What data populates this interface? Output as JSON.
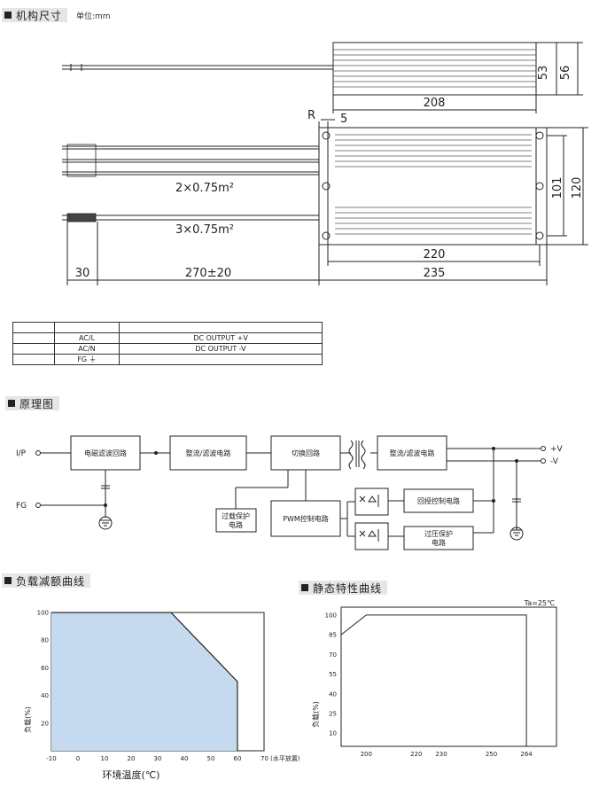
{
  "mech": {
    "title": "机构尺寸",
    "unit": "单位:mm",
    "dims": {
      "d53": "53",
      "d56": "56",
      "d208": "208",
      "r": "R",
      "d5": "5",
      "d101": "101",
      "d120": "120",
      "d220": "220",
      "d30": "30",
      "d270": "270±20",
      "d235": "235"
    },
    "wire_label_1": "2×0.75m²",
    "wire_label_2": "3×0.75m²"
  },
  "wiring_table": {
    "rows": [
      [
        "",
        "",
        ""
      ],
      [
        "",
        "AC/L",
        "DC OUTPUT +V"
      ],
      [
        "",
        "AC/N",
        "DC OUTPUT -V"
      ],
      [
        "",
        "FG ⏚",
        ""
      ]
    ]
  },
  "schematic": {
    "title": "原理图",
    "blocks": {
      "emi": "电磁滤波回路",
      "rect1": "整流/滤波电路",
      "switch": "切换回路",
      "rect2": "整流/滤波电路",
      "feedback": "回授控制电路",
      "overload": "过载保护\n电路",
      "pwm": "PWM控制电路",
      "ovp": "过压保护\n电路"
    },
    "labels": {
      "ip": "I/P",
      "fg": "FG",
      "pv": "+V",
      "nv": "-V"
    }
  },
  "derating": {
    "title": "负载减额曲线",
    "chart_data": {
      "type": "area",
      "x": [
        -10,
        35,
        60,
        60
      ],
      "y": [
        100,
        100,
        50,
        0
      ],
      "xlim": [
        -10,
        70
      ],
      "ylim": [
        0,
        100
      ],
      "xticks": [
        "-10",
        "0",
        "10",
        "20",
        "30",
        "40",
        "50",
        "60",
        "70 (水平放置)"
      ],
      "yticks": [
        "20",
        "40",
        "60",
        "80",
        "100"
      ],
      "ylabel": "负载(%)",
      "xlabel": "环境温度(℃)",
      "colors": {
        "fill": "#c5d9ef",
        "line": "#000000"
      }
    }
  },
  "static": {
    "title": "静态特性曲线",
    "chart_data": {
      "type": "line",
      "x": [
        190,
        200,
        264,
        264
      ],
      "y": [
        85,
        100,
        100,
        0
      ],
      "xlim": [
        190,
        276
      ],
      "ylim": [
        0,
        106
      ],
      "xticks": [
        "200",
        "220",
        "230",
        "250",
        "264"
      ],
      "yticks": [
        "100",
        "85",
        "70",
        "55",
        "40",
        "25",
        "10"
      ],
      "ylabel": "负载(%)",
      "annotation": "Ta=25℃"
    }
  }
}
